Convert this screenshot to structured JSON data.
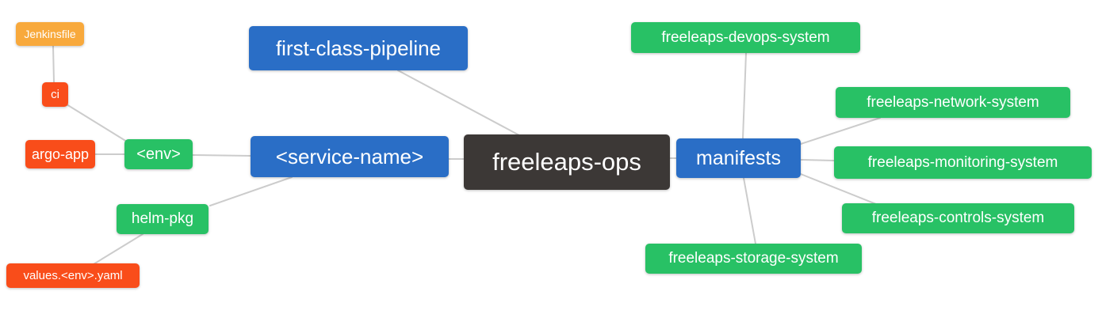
{
  "diagram": {
    "type": "mindmap",
    "background_color": "#ffffff",
    "edge_color": "#cccccc",
    "text_color": "#ffffff",
    "palette": {
      "blue": "#2a6ec6",
      "green": "#28c165",
      "red": "#f94d1a",
      "amber": "#f8a93c",
      "dark": "#3c3836"
    },
    "root": "freeleaps_ops",
    "nodes": {
      "jenkinsfile": {
        "label": "Jenkinsfile",
        "color": "#f8a93c"
      },
      "ci": {
        "label": "ci",
        "color": "#f94d1a"
      },
      "argo_app": {
        "label": "argo-app",
        "color": "#f94d1a"
      },
      "env": {
        "label": "<env>",
        "color": "#28c165"
      },
      "helm_pkg": {
        "label": "helm-pkg",
        "color": "#28c165"
      },
      "values_env_yaml": {
        "label": "values.<env>.yaml",
        "color": "#f94d1a"
      },
      "first_class_pipeline": {
        "label": "first-class-pipeline",
        "color": "#2a6ec6"
      },
      "service_name": {
        "label": "<service-name>",
        "color": "#2a6ec6"
      },
      "freeleaps_ops": {
        "label": "freeleaps-ops",
        "color": "#3c3836"
      },
      "manifests": {
        "label": "manifests",
        "color": "#2a6ec6"
      },
      "devops_system": {
        "label": "freeleaps-devops-system",
        "color": "#28c165"
      },
      "network_system": {
        "label": "freeleaps-network-system",
        "color": "#28c165"
      },
      "monitoring_system": {
        "label": "freeleaps-monitoring-system",
        "color": "#28c165"
      },
      "controls_system": {
        "label": "freeleaps-controls-system",
        "color": "#28c165"
      },
      "storage_system": {
        "label": "freeleaps-storage-system",
        "color": "#28c165"
      }
    },
    "edges": [
      {
        "from": "ci",
        "to": "jenkinsfile"
      },
      {
        "from": "env",
        "to": "ci"
      },
      {
        "from": "env",
        "to": "argo_app"
      },
      {
        "from": "service_name",
        "to": "env"
      },
      {
        "from": "service_name",
        "to": "helm_pkg"
      },
      {
        "from": "helm_pkg",
        "to": "values_env_yaml"
      },
      {
        "from": "freeleaps_ops",
        "to": "first_class_pipeline"
      },
      {
        "from": "freeleaps_ops",
        "to": "service_name"
      },
      {
        "from": "freeleaps_ops",
        "to": "manifests"
      },
      {
        "from": "manifests",
        "to": "devops_system"
      },
      {
        "from": "manifests",
        "to": "network_system"
      },
      {
        "from": "manifests",
        "to": "monitoring_system"
      },
      {
        "from": "manifests",
        "to": "controls_system"
      },
      {
        "from": "manifests",
        "to": "storage_system"
      }
    ]
  }
}
